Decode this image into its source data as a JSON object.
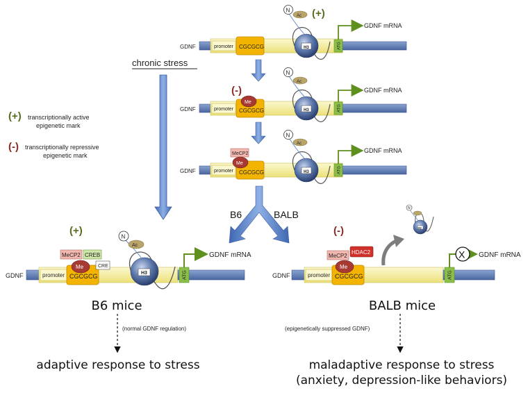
{
  "gene": {
    "gdnf": "GDNF",
    "promoter": "promoter",
    "cpg": "CGCGCG",
    "atg": "ATG",
    "mrna": "GDNF mRNA",
    "histone": "H3",
    "acetyl": "Ac",
    "n_terminal": "N",
    "methyl": "Me",
    "mecp2": "MeCP2",
    "creb": "CREB",
    "cre": "CRE",
    "hdac2": "HDAC2",
    "blocked": "X"
  },
  "marks": {
    "plus": "(+)",
    "minus": "(-)",
    "legend_plus_text_1": "transcriptionally active",
    "legend_plus_text_2": "epigenetic mark",
    "legend_minus_text_1": "transcriptionally repressive",
    "legend_minus_text_2": "epigenetic mark"
  },
  "flow": {
    "chronic_stress": "chronic stress",
    "b6": "B6",
    "balb": "BALB"
  },
  "outcomes": {
    "b6_title": "B6 mice",
    "b6_note": "(normal GDNF regulation)",
    "b6_result": "adaptive response to stress",
    "balb_title": "BALB mice",
    "balb_note": "(epigenetically suppressed GDNF)",
    "balb_result_1": "maladaptive response to stress",
    "balb_result_2": "(anxiety, depression-like behaviors)"
  },
  "colors": {
    "plus": "#556b1e",
    "minus": "#8b2a26",
    "dna_blue": "#5a7ab3",
    "dna_yellow": "#f6f0a8",
    "cpg_orange": "#f2b400",
    "atg_green": "#8cbf4a",
    "arrow_green": "#5e8f1f",
    "methyl_red": "#a83a34",
    "mecp2_pink": "#f2b8b0",
    "hdac2_red": "#d0302a",
    "acetyl_tan": "#b9a46a",
    "flow_blue": "#4f7ac2"
  }
}
